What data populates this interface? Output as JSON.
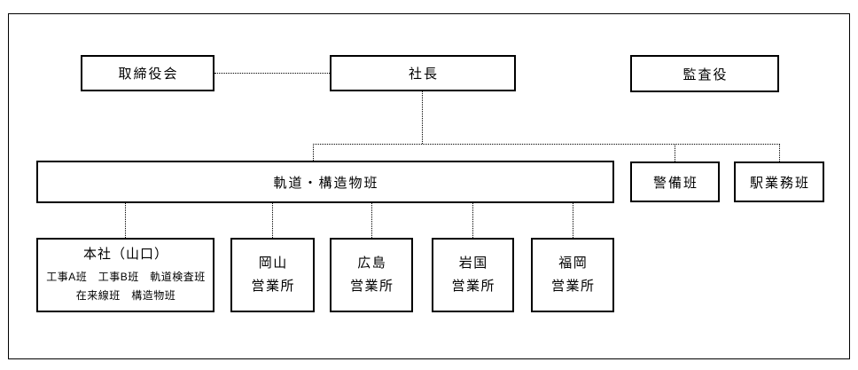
{
  "org_chart": {
    "nodes": {
      "board": {
        "label": "取締役会"
      },
      "president": {
        "label": "社長"
      },
      "auditor": {
        "label": "監査役"
      },
      "track_structure_team": {
        "label": "軌道・構造物班"
      },
      "security_team": {
        "label": "警備班"
      },
      "station_service_team": {
        "label": "駅業務班"
      },
      "headquarters": {
        "title": "本社（山口）",
        "sub_teams_line1": "工事A班　工事B班　軌道検査班",
        "sub_teams_line2": "在来線班　構造物班"
      },
      "okayama_office": {
        "line1": "岡山",
        "line2": "営業所"
      },
      "hiroshima_office": {
        "line1": "広島",
        "line2": "営業所"
      },
      "iwakuni_office": {
        "line1": "岩国",
        "line2": "営業所"
      },
      "fukuoka_office": {
        "line1": "福岡",
        "line2": "営業所"
      }
    },
    "colors": {
      "background": "#ffffff",
      "border": "#000000",
      "text": "#000000"
    }
  }
}
